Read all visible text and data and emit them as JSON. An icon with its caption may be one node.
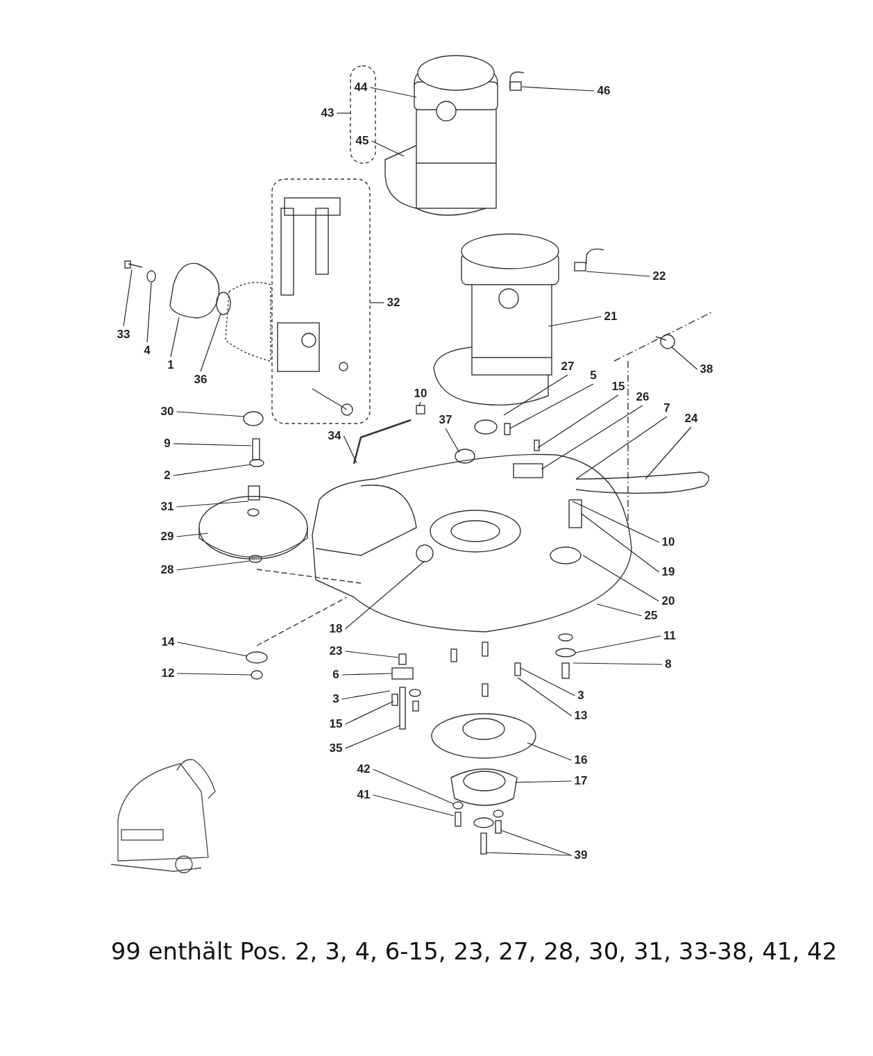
{
  "diagram": {
    "caption": "99 enthält Pos. 2, 3, 4, 6-15, 23, 27, 28, 30, 31, 33-38, 41, 42",
    "nodes": [
      {
        "text": [
          "44"
        ]
      },
      {
        "text": [
          "43"
        ]
      },
      {
        "text": [
          "45"
        ]
      },
      {
        "text": [
          "46"
        ]
      },
      {
        "text": [
          "32"
        ]
      },
      {
        "text": [
          "33"
        ]
      },
      {
        "text": [
          "4"
        ]
      },
      {
        "text": [
          "1"
        ]
      },
      {
        "text": [
          "36"
        ]
      },
      {
        "text": [
          "22"
        ]
      },
      {
        "text": [
          "21"
        ]
      },
      {
        "text": [
          "38"
        ]
      },
      {
        "text": [
          "27"
        ]
      },
      {
        "text": [
          "5"
        ]
      },
      {
        "text": [
          "15"
        ]
      },
      {
        "text": [
          "26"
        ]
      },
      {
        "text": [
          "7"
        ]
      },
      {
        "text": [
          "24"
        ]
      },
      {
        "text": [
          "10"
        ]
      },
      {
        "text": [
          "37"
        ]
      },
      {
        "text": [
          "34"
        ]
      },
      {
        "text": [
          "30"
        ]
      },
      {
        "text": [
          "9"
        ]
      },
      {
        "text": [
          "2"
        ]
      },
      {
        "text": [
          "31"
        ]
      },
      {
        "text": [
          "29"
        ]
      },
      {
        "text": [
          "28"
        ]
      },
      {
        "text": [
          "10"
        ]
      },
      {
        "text": [
          "19"
        ]
      },
      {
        "text": [
          "20"
        ]
      },
      {
        "text": [
          "25"
        ]
      },
      {
        "text": [
          "18"
        ]
      },
      {
        "text": [
          "14"
        ]
      },
      {
        "text": [
          "12"
        ]
      },
      {
        "text": [
          "23"
        ]
      },
      {
        "text": [
          "6"
        ]
      },
      {
        "text": [
          "3"
        ]
      },
      {
        "text": [
          "15"
        ]
      },
      {
        "text": [
          "35"
        ]
      },
      {
        "text": [
          "11"
        ]
      },
      {
        "text": [
          "8"
        ]
      },
      {
        "text": [
          "3"
        ]
      },
      {
        "text": [
          "13"
        ]
      },
      {
        "text": [
          "16"
        ]
      },
      {
        "text": [
          "17"
        ]
      },
      {
        "text": [
          "42"
        ]
      },
      {
        "text": [
          "41"
        ]
      },
      {
        "text": [
          "39"
        ]
      }
    ],
    "edges": [
      {
        "from": 0,
        "to": null,
        "arrow": "none"
      },
      {
        "from": 1,
        "to": null,
        "arrow": "none"
      },
      {
        "from": 2,
        "to": null,
        "arrow": "none"
      },
      {
        "from": 3,
        "to": null,
        "arrow": "none"
      },
      {
        "from": 4,
        "to": null,
        "arrow": "none"
      },
      {
        "from": 5,
        "to": null,
        "arrow": "none"
      },
      {
        "from": 6,
        "to": null,
        "arrow": "none"
      },
      {
        "from": 7,
        "to": null,
        "arrow": "none"
      },
      {
        "from": 8,
        "to": null,
        "arrow": "none"
      },
      {
        "from": 9,
        "to": null,
        "arrow": "none"
      },
      {
        "from": 10,
        "to": null,
        "arrow": "none"
      },
      {
        "from": 11,
        "to": null,
        "arrow": "none"
      },
      {
        "from": 12,
        "to": null,
        "arrow": "none"
      },
      {
        "from": 13,
        "to": null,
        "arrow": "none"
      },
      {
        "from": 14,
        "to": null,
        "arrow": "none"
      },
      {
        "from": 15,
        "to": null,
        "arrow": "none"
      },
      {
        "from": 16,
        "to": null,
        "arrow": "none"
      },
      {
        "from": 17,
        "to": null,
        "arrow": "none"
      },
      {
        "from": 18,
        "to": null,
        "arrow": "none"
      },
      {
        "from": 19,
        "to": null,
        "arrow": "none"
      },
      {
        "from": 20,
        "to": null,
        "arrow": "none"
      },
      {
        "from": 21,
        "to": null,
        "arrow": "none"
      },
      {
        "from": 22,
        "to": null,
        "arrow": "none"
      },
      {
        "from": 23,
        "to": null,
        "arrow": "none"
      },
      {
        "from": 24,
        "to": null,
        "arrow": "none"
      },
      {
        "from": 25,
        "to": null,
        "arrow": "none"
      },
      {
        "from": 26,
        "to": null,
        "arrow": "none"
      },
      {
        "from": 27,
        "to": null,
        "arrow": "none"
      },
      {
        "from": 28,
        "to": null,
        "arrow": "none"
      },
      {
        "from": 29,
        "to": null,
        "arrow": "none"
      },
      {
        "from": 30,
        "to": null,
        "arrow": "none"
      },
      {
        "from": 31,
        "to": null,
        "arrow": "none"
      },
      {
        "from": 32,
        "to": null,
        "arrow": "none"
      },
      {
        "from": 33,
        "to": null,
        "arrow": "none"
      },
      {
        "from": 34,
        "to": null,
        "arrow": "none"
      },
      {
        "from": 35,
        "to": null,
        "arrow": "none"
      },
      {
        "from": 36,
        "to": null,
        "arrow": "none"
      },
      {
        "from": 37,
        "to": null,
        "arrow": "none"
      },
      {
        "from": 38,
        "to": null,
        "arrow": "none"
      },
      {
        "from": 39,
        "to": null,
        "arrow": "none"
      },
      {
        "from": 40,
        "to": null,
        "arrow": "none"
      },
      {
        "from": 41,
        "to": null,
        "arrow": "none"
      },
      {
        "from": 42,
        "to": null,
        "arrow": "none"
      },
      {
        "from": 43,
        "to": null,
        "arrow": "none"
      },
      {
        "from": 44,
        "to": null,
        "arrow": "none"
      },
      {
        "from": 45,
        "to": null,
        "arrow": "none"
      },
      {
        "from": 46,
        "to": null,
        "arrow": "none"
      },
      {
        "from": 47,
        "to": null,
        "arrow": "none"
      },
      {
        "from": 47,
        "to": null,
        "arrow": "none"
      }
    ]
  }
}
